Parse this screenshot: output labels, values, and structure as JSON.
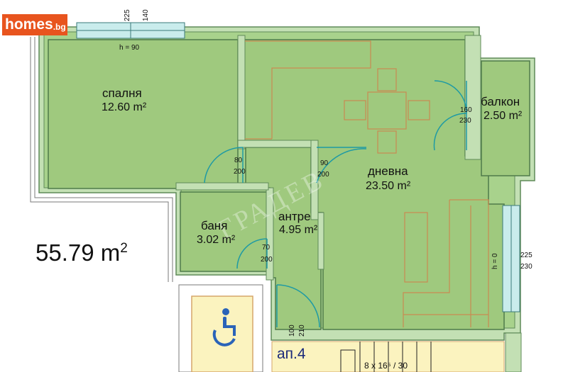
{
  "brand": {
    "name": "homes",
    "suffix": ".bg",
    "color": "#e8541e"
  },
  "watermark": "ГРАДЕВ",
  "total_area": {
    "value": "55.79 m",
    "sup": "2"
  },
  "apartment_label": "ап.4",
  "stairs_label": "8 x 16⁵ / 30",
  "rooms": {
    "bedroom": {
      "name": "спалня",
      "area": "12.60 m²"
    },
    "living": {
      "name": "дневна",
      "area": "23.50 m²"
    },
    "balcony": {
      "name": "балкон",
      "area": "2.50 m²"
    },
    "bathroom": {
      "name": "баня",
      "area": "3.02 m²"
    },
    "hall": {
      "name": "антре",
      "area": "4.95 m²"
    }
  },
  "dimensions": {
    "window_top_w": "225",
    "window_top_h": "140",
    "window_top_sill": "h = 90",
    "door_balcony_w": "160",
    "door_balcony_h": "230",
    "door_bedroom_w": "80",
    "door_bedroom_h": "200",
    "door_living_w": "90",
    "door_living_h": "200",
    "door_bath_w": "70",
    "door_bath_h": "200",
    "door_entry_w": "100",
    "door_entry_h": "210",
    "window_right_w": "225",
    "window_right_h": "230",
    "window_right_sill": "h = 0"
  },
  "colors": {
    "room_fill": "#9fc97e",
    "wall_fill": "#c3e0b4",
    "wall_edge": "#5f8a58",
    "furniture": "#c98a52",
    "door": "#1e9aa4",
    "accessible_box": "#fbf3bf",
    "accessible_border": "#d6a66a",
    "accessible_icon": "#2a63b8"
  }
}
